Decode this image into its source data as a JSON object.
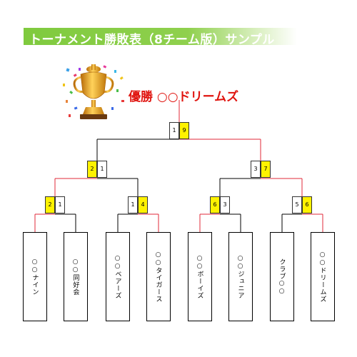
{
  "title": "トーナメント勝敗表（8チーム版）サンプル",
  "winner_text": "優勝 ○○ドリームズ",
  "colors": {
    "win_line": "#e0283a",
    "lose_line": "#000000",
    "win_box": "#fff200",
    "title_bg": "#7fca3e"
  },
  "icons": {
    "trophy": "trophy-icon"
  },
  "teams": [
    "○○ナイン",
    "○○同好会",
    "○○ベアーズ",
    "○○タイガース",
    "○○ボーイズ",
    "○○ジュニア",
    "クラブ○○",
    "○○ドリームズ"
  ],
  "round1": [
    {
      "left": "2",
      "right": "1",
      "winner": "left"
    },
    {
      "left": "1",
      "right": "4",
      "winner": "right"
    },
    {
      "left": "6",
      "right": "3",
      "winner": "left"
    },
    {
      "left": "5",
      "right": "6",
      "winner": "right"
    }
  ],
  "round2": [
    {
      "left": "2",
      "right": "1",
      "winner": "left"
    },
    {
      "left": "3",
      "right": "7",
      "winner": "right"
    }
  ],
  "final": {
    "left": "1",
    "right": "9",
    "winner": "right"
  }
}
